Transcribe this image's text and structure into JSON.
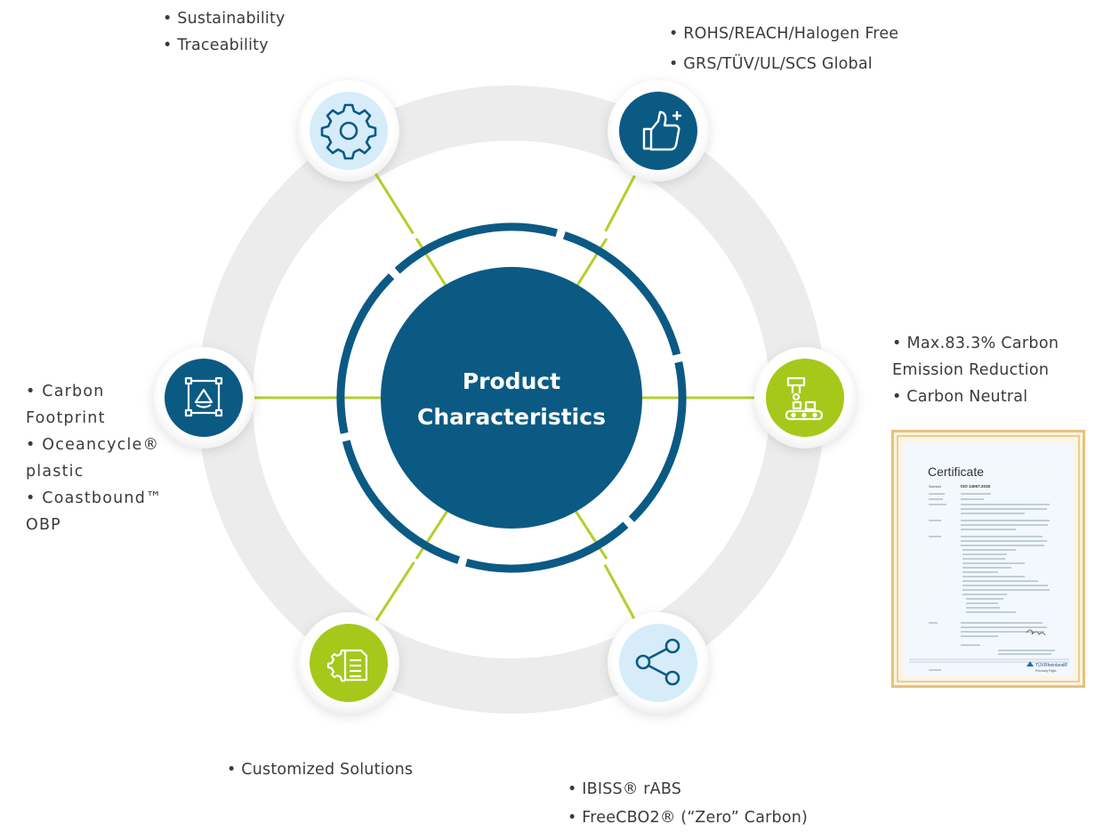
{
  "center": {
    "line1": "Product",
    "line2": "Characteristics"
  },
  "nodes": [
    {
      "id": "sustainability",
      "icon": "gear-icon",
      "style": "light-blue",
      "items": [
        "• Sustainability",
        "• Traceability"
      ]
    },
    {
      "id": "compliance",
      "icon": "thumbs-up-plus-icon",
      "style": "dark-blue",
      "items": [
        "• ROHS/REACH/Halogen Free",
        "• GRS/TÜV/UL/SCS Global"
      ]
    },
    {
      "id": "carbon-reduction",
      "icon": "production-line-icon",
      "style": "green",
      "items": [
        "• Max.83.3% Carbon Emission Reduction",
        "• Carbon Neutral"
      ]
    },
    {
      "id": "materials",
      "icon": "share-icon",
      "style": "light-blue",
      "items": [
        "• IBISS® rABS",
        "• FreeCBO2® (“Zero” Carbon)"
      ]
    },
    {
      "id": "customized",
      "icon": "gear-document-icon",
      "style": "green",
      "items": [
        "• Customized Solutions"
      ]
    },
    {
      "id": "footprint",
      "icon": "measure-frame-icon",
      "style": "dark-blue",
      "items": [
        "• Carbon Footprint",
        "• Oceancycle® plastic",
        "• Coastbound™ OBP"
      ]
    }
  ],
  "certificate": {
    "title": "Certificate",
    "standard_label": "Standard",
    "standard_value": "ISO 14067:2018",
    "brand": "TÜVRheinland®",
    "brand_sub": "Precisely Right."
  },
  "colors": {
    "dark_blue": "#0b5a84",
    "light_blue": "#d6ecf9",
    "green": "#a6c81a",
    "ring_gray": "#ececec",
    "spoke_green": "#b3cf2c",
    "text": "#3b3b3b"
  }
}
